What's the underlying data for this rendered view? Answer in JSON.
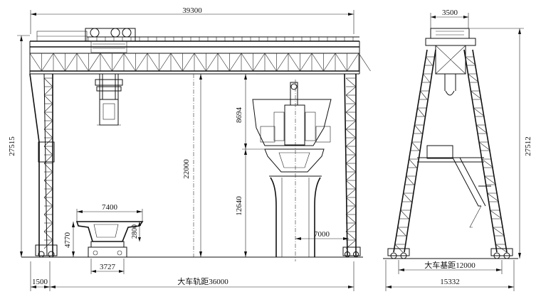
{
  "front_view": {
    "overall_span": "39300",
    "total_height": "27515",
    "lifting_height": "22000",
    "trolley_upper_height": "8694",
    "pier_height": "12640",
    "offset_to_pier": "7000",
    "beam_width": "7400",
    "beam_height_outer": "4770",
    "beam_height_inner": "2800",
    "beam_base_width": "3727",
    "overhang": "1500",
    "rail_span": "大车轨距36000"
  },
  "side_view": {
    "top_width": "3500",
    "total_height": "27512",
    "wheelbase": "大车基距12000",
    "base_width": "15332"
  }
}
